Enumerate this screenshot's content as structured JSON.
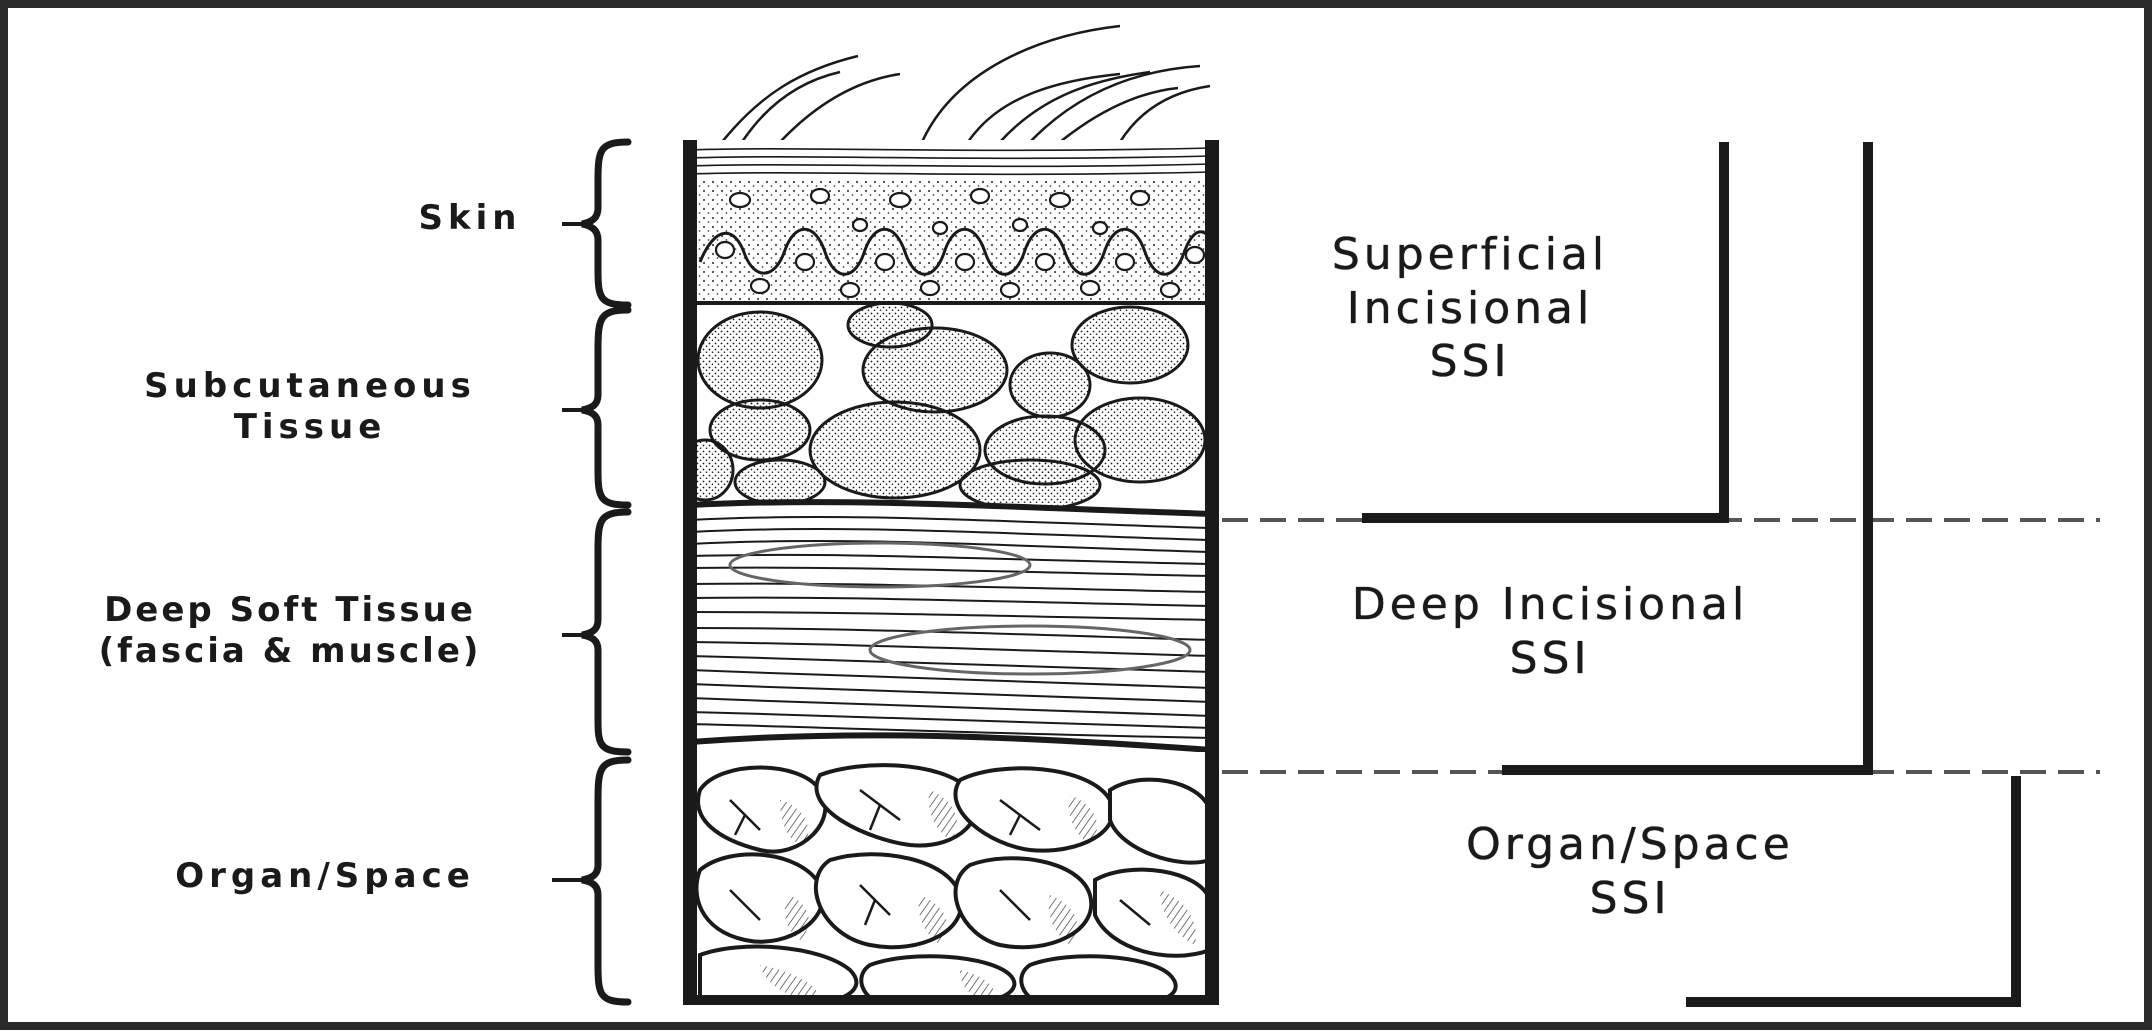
{
  "figure": {
    "colors": {
      "ink": "#1a1a1a",
      "paper": "#ffffff",
      "frame": "#2a2a2a",
      "dash": "#555555"
    },
    "tissue_layers": [
      {
        "label": "Skin"
      },
      {
        "label": "Subcutaneous Tissue",
        "line1": "Subcutaneous",
        "line2": "Tissue"
      },
      {
        "label": "Deep Soft Tissue (fascia & muscle)",
        "line1": "Deep Soft Tissue",
        "line2": "(fascia & muscle)"
      },
      {
        "label": "Organ/Space"
      }
    ],
    "ssi_classes": [
      {
        "label": "Superficial Incisional SSI",
        "line1": "Superficial",
        "line2": "Incisional",
        "line3": "SSI"
      },
      {
        "label": "Deep Incisional SSI",
        "line1": "Deep Incisional",
        "line2": "SSI"
      },
      {
        "label": "Organ/Space SSI",
        "line1": "Organ/Space",
        "line2": "SSI"
      }
    ]
  }
}
